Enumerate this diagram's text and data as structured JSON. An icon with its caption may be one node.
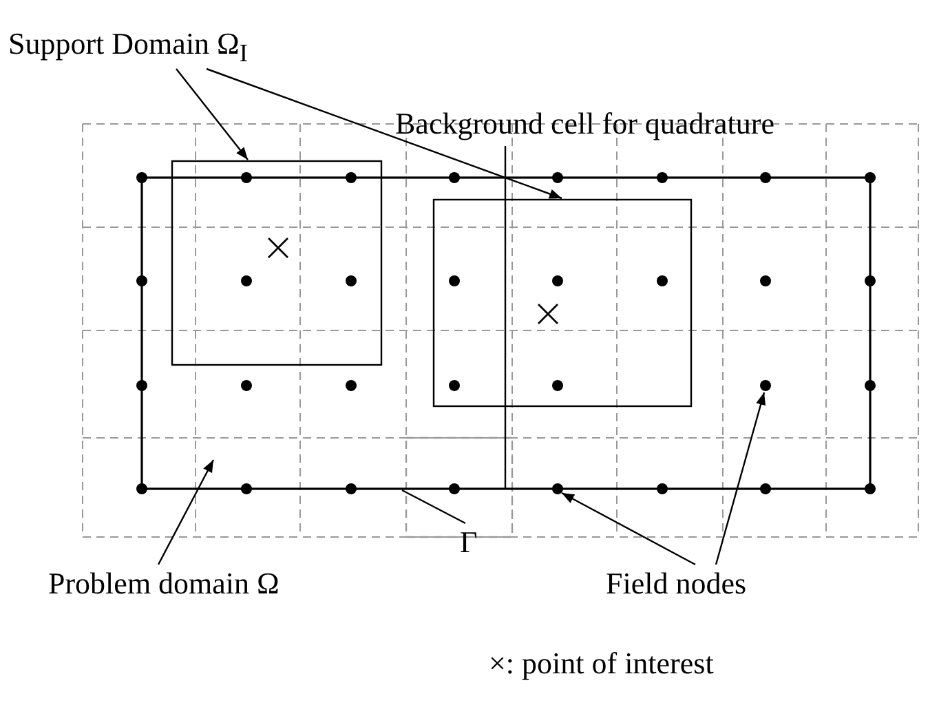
{
  "diagram": {
    "nodes": [
      {
        "text": [
          "Support Domain Ω$_{I}$"
        ]
      },
      {
        "text": [
          "Background cell for quadrature"
        ]
      },
      {
        "text": [
          "Problem domain Ω"
        ]
      },
      {
        "text": [
          "Γ"
        ]
      },
      {
        "text": [
          "Field nodes"
        ]
      },
      {
        "text": [],
        "shape": "box"
      },
      {
        "text": [],
        "shape": "box",
        "in": 8
      },
      {
        "text": [],
        "shape": "box"
      },
      {
        "text": [],
        "shape": "box"
      },
      {
        "text": [],
        "shape": "circle",
        "in": 8
      },
      {
        "text": [],
        "shape": "circle",
        "in": 8
      }
    ],
    "edges": [
      {
        "from": 0,
        "to": 5,
        "arrow": "to"
      },
      {
        "from": 0,
        "to": 6,
        "arrow": "to"
      },
      {
        "from": 1,
        "to": 7,
        "arrow": "none"
      },
      {
        "from": 2,
        "to": 8,
        "arrow": "to"
      },
      {
        "from": 3,
        "to": 8,
        "arrow": "none"
      },
      {
        "from": 4,
        "to": 9,
        "arrow": "to"
      },
      {
        "from": 4,
        "to": 10,
        "arrow": "to"
      }
    ],
    "labels": [
      "×: point of interest"
    ]
  }
}
